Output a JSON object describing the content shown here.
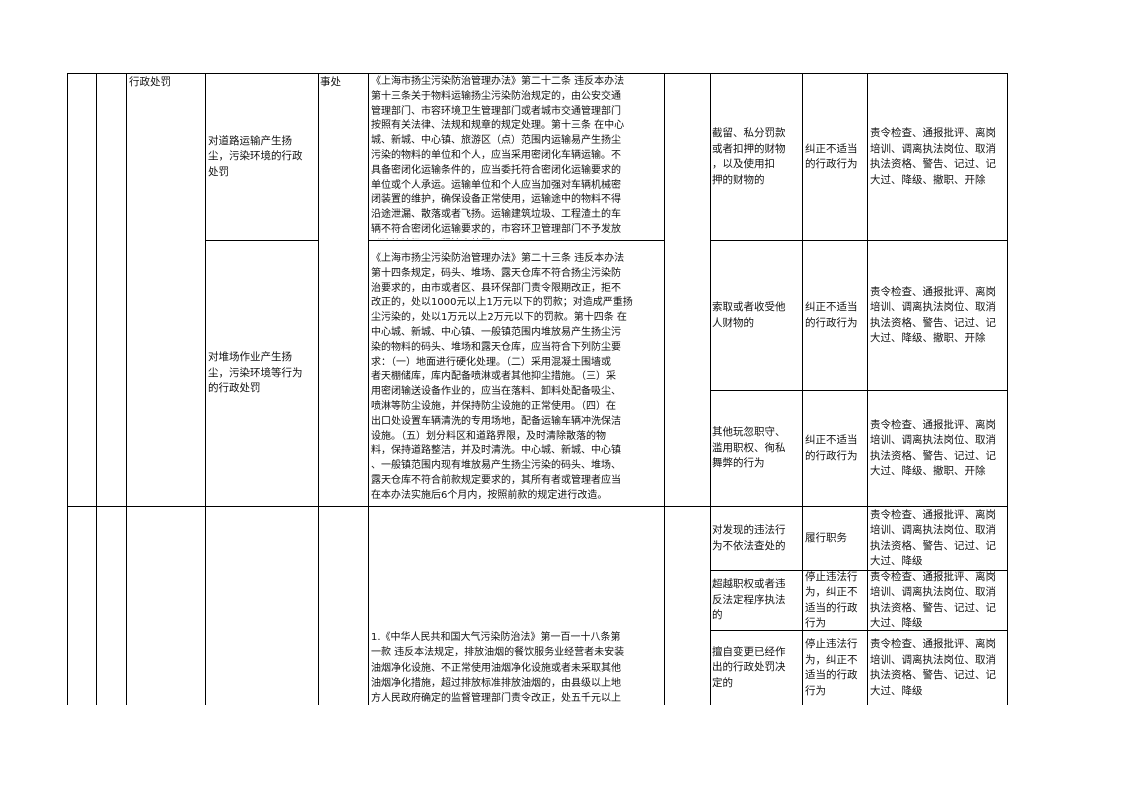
{
  "category": "行政处罚",
  "section1": {
    "item_a": "对道路运输产生扬\n尘，污染环境的行政\n处罚",
    "item_b": "对堆场作业产生扬\n尘，污染环境等行为\n的行政处罚",
    "dept_unit": "事处",
    "basis_a": "《上海市扬尘污染防治管理办法》第二十二条 违反本办法\n第十三条关于物料运输扬尘污染防治规定的，由公安交通\n管理部门、市容环境卫生管理部门或者城市交通管理部门\n按照有关法律、法规和规章的规定处理。第十三条 在中心\n城、新城、中心镇、旅游区（点）范围内运输易产生扬尘\n污染的物料的单位和个人，应当采用密闭化车辆运输。不\n具备密闭化运输条件的，应当委托符合密闭化运输要求的\n单位或个人承运。运输单位和个人应当加强对车辆机械密\n闭装置的维护，确保设备正常使用，运输途中的物料不得\n沿途泄漏、散落或者飞扬。运输建筑垃圾、工程渣土的车\n辆不符合密闭化运输要求的，市容环卫管理部门不予发放\n《建筑垃圾、工程渣土处置证》。",
    "basis_b": "《上海市扬尘污染防治管理办法》第二十三条 违反本办法\n第十四条规定，码头、堆场、露天仓库不符合扬尘污染防\n治要求的，由市或者区、县环保部门责令限期改正，拒不\n改正的，处以1000元以上1万元以下的罚款；对造成严重扬\n尘污染的，处以1万元以上2万元以下的罚款。第十四条 在\n中心城、新城、中心镇、一般镇范围内堆放易产生扬尘污\n染的物料的码头、堆场和露天仓库，应当符合下列防尘要\n求：（一）地面进行硬化处理。（二）采用混凝土围墙或\n者天棚储库，库内配备喷淋或者其他抑尘措施。（三）采\n用密闭输送设备作业的，应当在落料、卸料处配备吸尘、\n喷淋等防尘设施，并保持防尘设施的正常使用。（四）在\n出口处设置车辆清洗的专用场地，配备运输车辆冲洗保洁\n设施。（五）划分料区和道路界限，及时清除散落的物\n料，保持道路整洁，并及时清洗。中心城、新城、中心镇\n、一般镇范围内现有堆放易产生扬尘污染的码头、堆场、\n露天仓库不符合前款规定要求的，其所有者或管理者应当\n在本办法实施后6个月内，按照前款的规定进行改造。"
  },
  "section2": {
    "basis": "1.《中华人民共和国大气污染防治法》第一百一十八条第\n一款 违反本法规定，排放油烟的餐饮服务业经营者未安装\n油烟净化设施、不正常使用油烟净化设施或者未采取其他\n油烟净化措施，超过排放标准排放油烟的，由县级以上地\n方人民政府确定的监督管理部门责令改正，处五千元以上"
  },
  "duty_rows": [
    {
      "situation": "截留、私分罚款\n或者扣押的财物\n，以及使用扣\n押的财物的",
      "handling": "纠正不适当\n的行政行为",
      "accountability": "责令检查、通报批评、离岗\n培训、调离执法岗位、取消\n执法资格、警告、记过、记\n大过、降级、撤职、开除"
    },
    {
      "situation": "索取或者收受他\n人财物的",
      "handling": "纠正不适当\n的行政行为",
      "accountability": "责令检查、通报批评、离岗\n培训、调离执法岗位、取消\n执法资格、警告、记过、记\n大过、降级、撤职、开除"
    },
    {
      "situation": "其他玩忽职守、\n滥用职权、徇私\n舞弊的行为",
      "handling": "纠正不适当\n的行政行为",
      "accountability": "责令检查、通报批评、离岗\n培训、调离执法岗位、取消\n执法资格、警告、记过、记\n大过、降级、撤职、开除"
    },
    {
      "situation": "对发现的违法行\n为不依法查处的",
      "handling": "履行职务",
      "accountability": "责令检查、通报批评、离岗\n培训、调离执法岗位、取消\n执法资格、警告、记过、记\n大过、降级"
    },
    {
      "situation": "超越职权或者违\n反法定程序执法\n的",
      "handling": "停止违法行\n为，纠正不\n适当的行政\n行为",
      "accountability": "责令检查、通报批评、离岗\n培训、调离执法岗位、取消\n执法资格、警告、记过、记\n大过、降级"
    },
    {
      "situation": "擅自变更已经作\n出的行政处罚决\n定的",
      "handling": "停止违法行\n为，纠正不\n适当的行政\n行为",
      "accountability": "责令检查、通报批评、离岗\n培训、调离执法岗位、取消\n执法资格、警告、记过、记\n大过、降级"
    }
  ]
}
